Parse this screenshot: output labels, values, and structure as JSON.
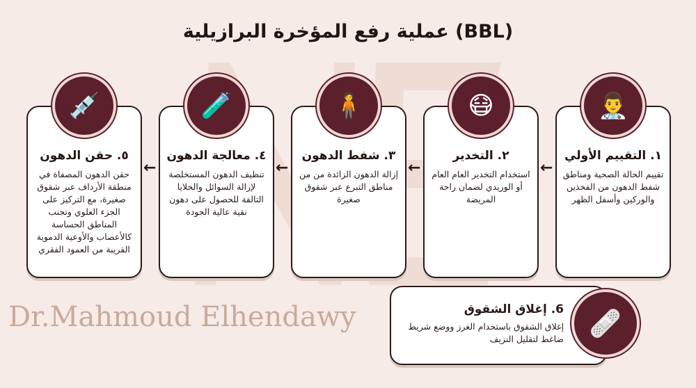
{
  "title": "عملية رفع المؤخرة البرازيلية (BBL)",
  "watermark": "Dr.Mahmoud Elhendawy",
  "colors": {
    "accent": "#5c1f2c",
    "background": "#f6ebe6"
  },
  "steps": [
    {
      "title": "١. التقييم الأولي",
      "text": "تقييم الحالة الصحية ومناطق شفط الدهون من الفخذين والوركين وأسفل الظهر",
      "icon": "doctor-clipboard-icon"
    },
    {
      "title": "٢. التخدير",
      "text": "استخدام التخدير العام العام أو الوريدي لضمان راحة المريضة",
      "icon": "anesthesia-mask-icon"
    },
    {
      "title": "٣. شفط الدهون",
      "text": "إزالة الدهون الزائدة من من مناطق التبرع عبر شقوق صغيرة",
      "icon": "liposuction-body-icon"
    },
    {
      "title": "٤. معالجة الدهون",
      "text": "تنظيف الدهون المستخلصة لإزالة السوائل والخلايا التالفة للحصول على دهون نقية عالية الجودة",
      "icon": "centrifuge-tubes-icon"
    },
    {
      "title": "٥. حقن الدهون",
      "text": "حقن الدهون المصفاة في منطقة الأرداف عبر شقوق صغيرة، مع التركيز على الجزء العلوي وتجنب المناطق الحساسة كالأعصاب والأوعية الدموية القريبة من العمود الفقري",
      "icon": "syringe-buttocks-icon"
    },
    {
      "title": "6. إغلاق الشقوق",
      "text": "إغلاق الشقوق باستخدام الغرز ووضع شريط ضاغط لتقليل النزيف",
      "icon": "bandage-stitches-icon"
    }
  ]
}
